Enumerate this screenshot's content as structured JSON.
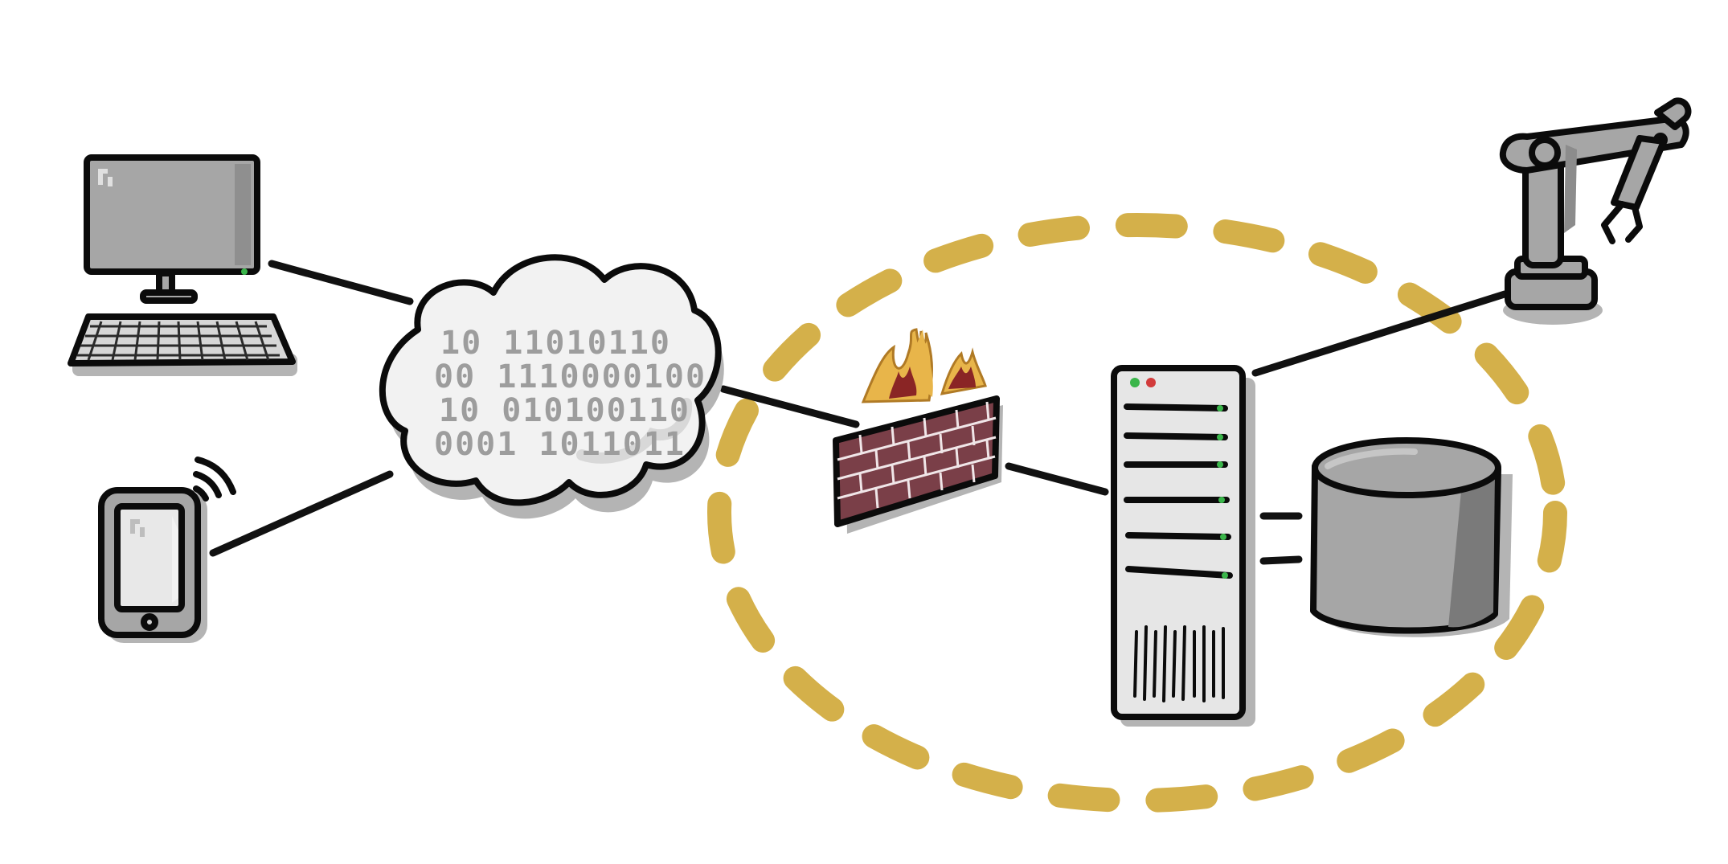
{
  "colors": {
    "ink": "#0b0b0b",
    "device_gray": "#a6a6a6",
    "device_gray_dark": "#7a7a7a",
    "light_gray": "#e6e6e6",
    "cloud_fill": "#f2f2f2",
    "bits_gray": "#9d9d9d",
    "perimeter_gold": "#d4b04a",
    "brick": "#7a3f48",
    "flame_orange": "#e8b54a",
    "flame_red": "#8a2525",
    "led_green": "#3ab54a",
    "led_red": "#d23b3b"
  },
  "nodes": [
    {
      "id": "desktop-computer",
      "icon": "desktop-computer-icon"
    },
    {
      "id": "smartphone",
      "icon": "smartphone-wireless-icon"
    },
    {
      "id": "internet-cloud",
      "icon": "binary-cloud-icon"
    },
    {
      "id": "firewall",
      "icon": "burning-brick-wall-icon"
    },
    {
      "id": "server",
      "icon": "tower-server-icon"
    },
    {
      "id": "database",
      "icon": "database-cylinder-icon"
    },
    {
      "id": "robotic-arm",
      "icon": "industrial-robot-arm-icon"
    }
  ],
  "cloud_bits": [
    "10 11010110",
    "00 1110000100",
    "10 010100110",
    "0001 1011011"
  ],
  "perimeter": {
    "style": "dashed-ellipse",
    "encloses": [
      "firewall",
      "server",
      "database"
    ]
  },
  "links": [
    [
      "desktop-computer",
      "internet-cloud"
    ],
    [
      "smartphone",
      "internet-cloud"
    ],
    [
      "internet-cloud",
      "firewall"
    ],
    [
      "firewall",
      "server"
    ],
    [
      "server",
      "database"
    ],
    [
      "server",
      "robotic-arm"
    ]
  ]
}
